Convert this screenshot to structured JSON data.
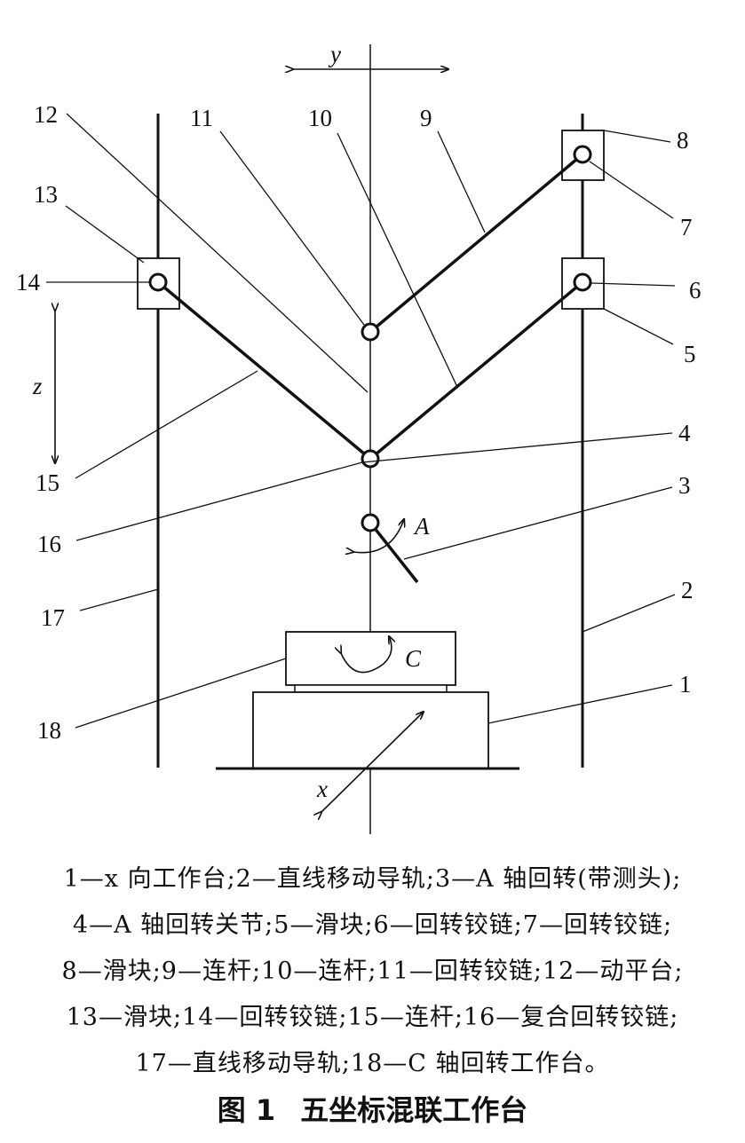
{
  "diagram": {
    "axis_labels": {
      "y": "y",
      "z": "z",
      "x": "x",
      "A": "A",
      "C": "C"
    },
    "part_labels": [
      "1",
      "2",
      "3",
      "4",
      "5",
      "6",
      "7",
      "8",
      "9",
      "10",
      "11",
      "12",
      "13",
      "14",
      "15",
      "16",
      "17",
      "18"
    ]
  },
  "caption": {
    "lines": [
      "1—x 向工作台;2—直线移动导轨;3—A 轴回转(带测头);",
      "4—A 轴回转关节;5—滑块;6—回转铰链;7—回转铰链;",
      "8—滑块;9—连杆;10—连杆;11—回转铰链;12—动平台;",
      "13—滑块;14—回转铰链;15—连杆;16—复合回转铰链;",
      "17—直线移动导轨;18—C 轴回转工作台。"
    ],
    "figure_number": "图 1",
    "figure_title": "五坐标混联工作台"
  }
}
